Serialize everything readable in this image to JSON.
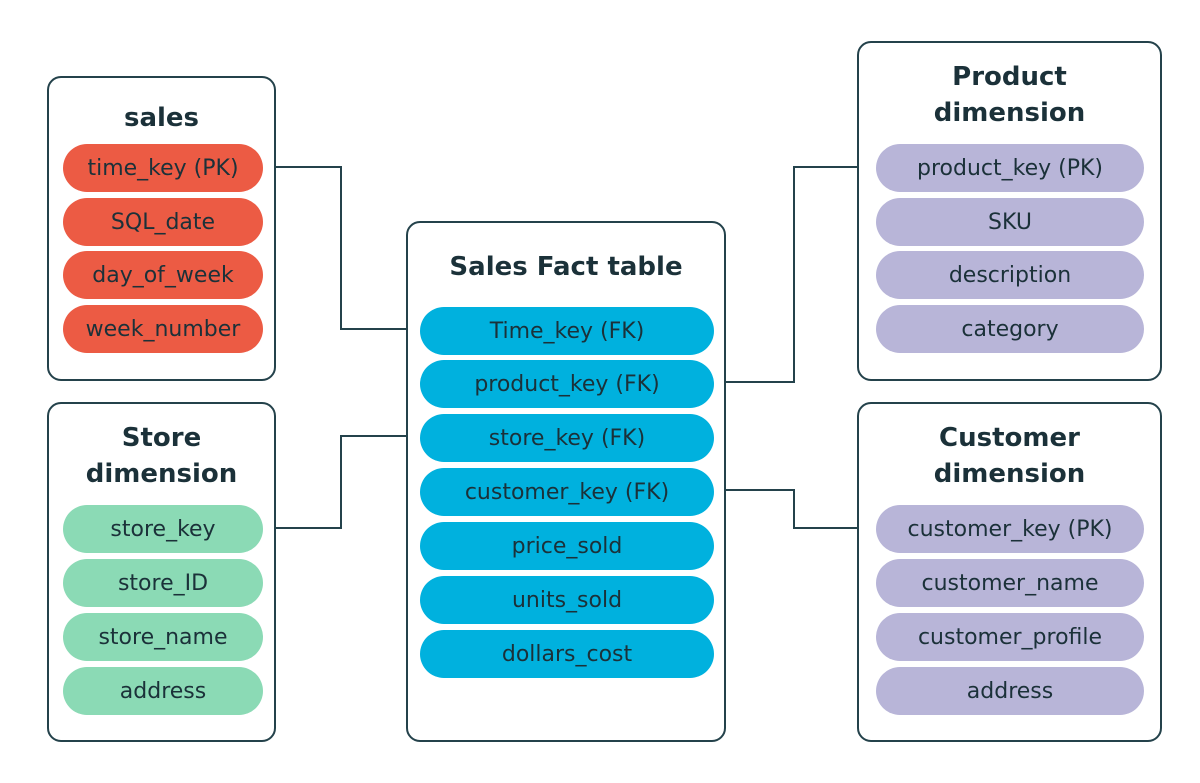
{
  "colors": {
    "border": "#24424b",
    "text": "#1b3139",
    "sales_fields": "#ec5b44",
    "fact_fields": "#00b1de",
    "product_fields": "#b8b5d8",
    "customer_fields": "#b8b5d8",
    "store_fields": "#8bdab5"
  },
  "sales": {
    "title": "sales",
    "fields": [
      "time_key (PK)",
      "SQL_date",
      "day_of_week",
      "week_number"
    ]
  },
  "store": {
    "title": "Store\ndimension",
    "fields": [
      "store_key",
      "store_ID",
      "store_name",
      "address"
    ]
  },
  "fact": {
    "title": "Sales Fact table",
    "fields": [
      "Time_key (FK)",
      "product_key (FK)",
      "store_key (FK)",
      "customer_key (FK)",
      "price_sold",
      "units_sold",
      "dollars_cost"
    ]
  },
  "product": {
    "title": "Product\ndimension",
    "fields": [
      "product_key (PK)",
      "SKU",
      "description",
      "category"
    ]
  },
  "customer": {
    "title": "Customer\ndimension",
    "fields": [
      "customer_key (PK)",
      "customer_name",
      "customer_profile",
      "address"
    ]
  }
}
